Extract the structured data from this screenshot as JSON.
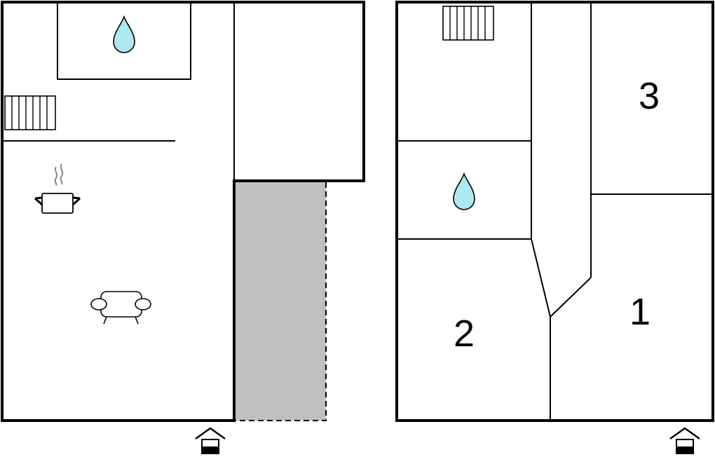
{
  "colors": {
    "wall": "#000000",
    "terrace": "#c0c0c0",
    "water": "#aee8f0",
    "steam": "#888888",
    "background": "#ffffff"
  },
  "ground_floor": {
    "icons": [
      "shower-icon",
      "stairs-icon",
      "kitchen-icon",
      "sofa-icon",
      "entrance-icon"
    ]
  },
  "upper_floor": {
    "rooms": [
      {
        "label": "3"
      },
      {
        "label": "1"
      },
      {
        "label": "2"
      }
    ],
    "icons": [
      "stairs-icon",
      "shower-icon",
      "entrance-icon"
    ]
  }
}
